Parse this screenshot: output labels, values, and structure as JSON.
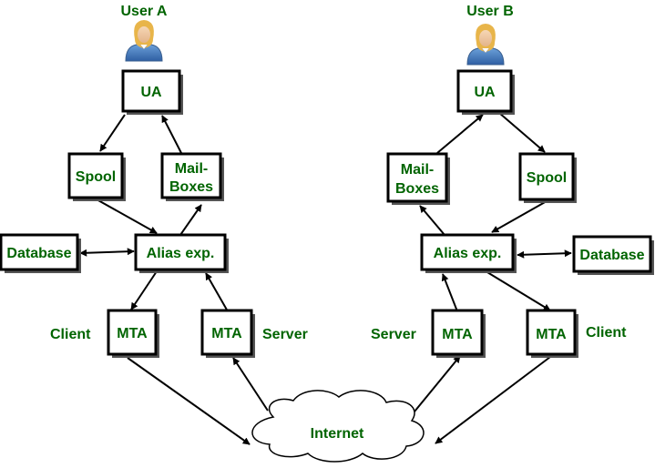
{
  "colors": {
    "label": "#006400",
    "stroke": "#000000",
    "box_fill": "#ffffff",
    "shadow": "#555555"
  },
  "users": [
    {
      "name": "User A",
      "icon": "user-icon"
    },
    {
      "name": "User B",
      "icon": "user-icon"
    }
  ],
  "left": {
    "ua": "UA",
    "spool": "Spool",
    "mailboxes": [
      "Mail-",
      "Boxes"
    ],
    "alias": "Alias exp.",
    "database": "Database",
    "mta_client": "MTA",
    "mta_server": "MTA",
    "client_label": "Client",
    "server_label": "Server"
  },
  "right": {
    "ua": "UA",
    "spool": "Spool",
    "mailboxes": [
      "Mail-",
      "Boxes"
    ],
    "alias": "Alias exp.",
    "database": "Database",
    "mta_server": "MTA",
    "mta_client": "MTA",
    "server_label": "Server",
    "client_label": "Client"
  },
  "internet": "Internet"
}
